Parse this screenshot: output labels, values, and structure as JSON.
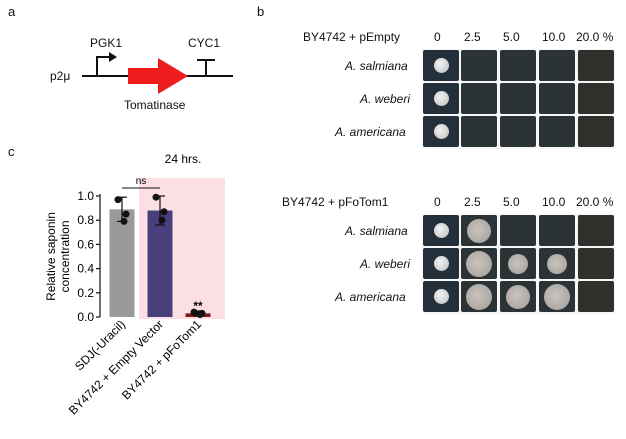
{
  "panel_a": {
    "letter": "a",
    "promoter": "PGK1",
    "terminator": "CYC1",
    "plasmid": "p2μ",
    "gene": "Tomatinase",
    "arrow_color": "#ee1c1c"
  },
  "panel_b": {
    "letter": "b",
    "concentrations": [
      "0",
      "2.5",
      "5.0",
      "10.0",
      "20.0 %"
    ],
    "strains": [
      "A. salmiana",
      "A. weberi",
      "A. americana"
    ],
    "plates": [
      {
        "title": "BY4742 + pEmpty",
        "growth": [
          [
            1,
            0,
            0,
            0,
            0
          ],
          [
            1,
            0,
            0,
            0,
            0
          ],
          [
            1,
            0,
            0,
            0,
            0
          ]
        ]
      },
      {
        "title": "BY4742 + pFoTom1",
        "growth": [
          [
            1,
            1,
            0,
            0,
            0
          ],
          [
            1,
            1,
            1,
            1,
            0
          ],
          [
            1,
            1,
            1,
            1,
            0
          ]
        ]
      }
    ]
  },
  "panel_c": {
    "letter": "c",
    "time_label": "24 hrs.",
    "ns_label": "ns",
    "sig_label": "**",
    "highlight_color": "#fcdfe3"
  },
  "chart_data": {
    "type": "bar",
    "categories": [
      "SDJ(-Uracil)",
      "BY4742 + Empty Vector",
      "BY4742 + pFoTom1"
    ],
    "values": [
      0.89,
      0.88,
      0.03
    ],
    "errors": [
      0.1,
      0.12,
      0.02
    ],
    "points": [
      [
        0.97,
        0.85,
        0.79
      ],
      [
        0.99,
        0.87,
        0.8
      ],
      [
        0.04,
        0.03,
        0.02
      ]
    ],
    "colors": [
      "#9a9a9a",
      "#4a3f7d",
      "#7a1e1e"
    ],
    "ylabel": "Relative saponin\nconcentration",
    "ylim": [
      0,
      1.0
    ],
    "yticks": [
      "0.0",
      "0.2",
      "0.4",
      "0.6",
      "0.8",
      "1.0"
    ],
    "grid": false
  }
}
